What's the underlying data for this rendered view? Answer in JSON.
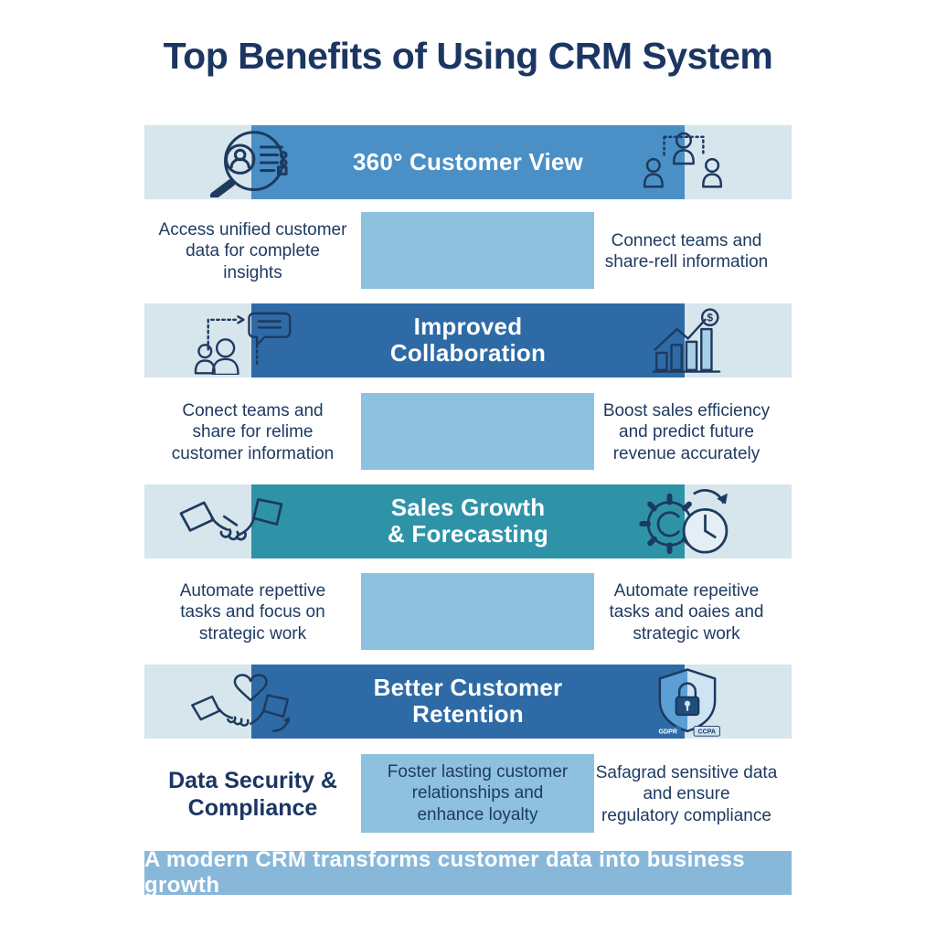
{
  "title": "Top Benefits of Using CRM System",
  "colors": {
    "title_text": "#1c3663",
    "body_text": "#1f3b61",
    "banner_light": "#d7e5ed",
    "banner1_fill": "#4a90c6",
    "banner2_fill": "#2e6ba6",
    "banner3_fill": "#2f93a8",
    "banner4_fill": "#2e6ba6",
    "center_box_fill": "#8ec1de",
    "footer_fill": "#87b8da",
    "banner_heading_text": "#ffffff",
    "icon_stroke": "#1d3a5f"
  },
  "sections": [
    {
      "heading": "360° Customer View",
      "left_icon": "magnifier-profile-icon",
      "right_icon": "team-network-icon",
      "left_text": "Access unified customer\ndata for complete\ninsights",
      "right_text": "Connect teams and\nshare-rell information"
    },
    {
      "heading": "Improved\nCollaboration",
      "left_icon": "people-chat-icon",
      "right_icon": "sales-chart-icon",
      "left_text": "Conect teams and\nshare for relime\ncustomer information",
      "right_text": "Boost sales efficiency\nand predict future\nrevenue accurately"
    },
    {
      "heading": "Sales Growth\n& Forecasting",
      "left_icon": "handshake-icon",
      "right_icon": "gear-clock-icon",
      "left_text": "Automate repettive\ntasks and focus on\nstrategic work",
      "right_text": "Automate repeitive\ntasks and oaies and\nstrategic work"
    },
    {
      "heading": "Better Customer\nRetention",
      "left_icon": "handshake-heart-icon",
      "right_icon": "shield-lock-icon",
      "left_heading": "Data Security &\nCompliance",
      "center_text": "Foster lasting customer\nrelationships and\nenhance loyalty",
      "right_text": "Safagrad sensitive data\nand ensure\nregulatory compliance"
    }
  ],
  "shield_labels": {
    "left": "GDPR",
    "right": "CCPA"
  },
  "dollar_sign": "$",
  "footer": "A modern CRM transforms customer data into business growth"
}
